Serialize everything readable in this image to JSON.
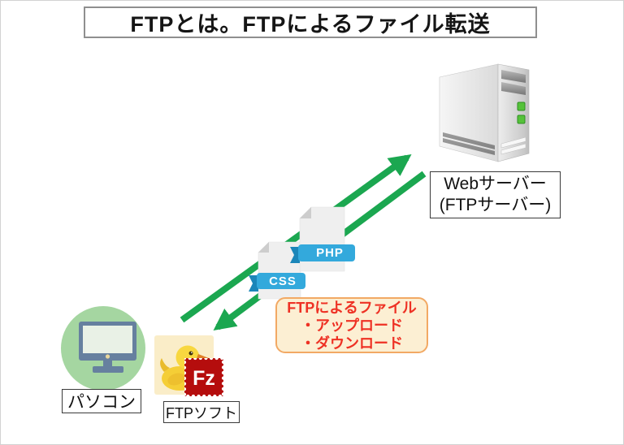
{
  "title": "FTPとは。FTPによるファイル転送",
  "server": {
    "label_line1": "Webサーバー",
    "label_line2": "(FTPサーバー)"
  },
  "pc": {
    "label": "パソコン"
  },
  "ftp_software": {
    "label": "FTPソフト",
    "filezilla_monogram": "Fz"
  },
  "files": [
    {
      "name": "PHP"
    },
    {
      "name": "CSS"
    }
  ],
  "note": {
    "lines": [
      "FTPによるファイル",
      "・アップロード",
      "・ダウンロード"
    ]
  },
  "icons": {
    "server": "server-tower-icon",
    "pc": "monitor-in-green-circle-icon",
    "cyberduck": "yellow-duck-icon",
    "filezilla": "red-stamp-fz-icon",
    "upload": "green-arrow-up-right",
    "download": "green-arrow-down-left"
  },
  "colors": {
    "arrow_green": "#1ba750",
    "note_bg": "#fcefd3",
    "note_border": "#f2a964",
    "note_text": "#ee3124",
    "ribbon_blue": "#33a9dc",
    "ribbon_dark": "#1b86b9",
    "pc_circle_green": "#a5d6a1",
    "monitor_blue": "#66809f",
    "filezilla_red": "#b50d0d",
    "duck_bg": "#faedc8",
    "led_green": "#55c23a"
  }
}
